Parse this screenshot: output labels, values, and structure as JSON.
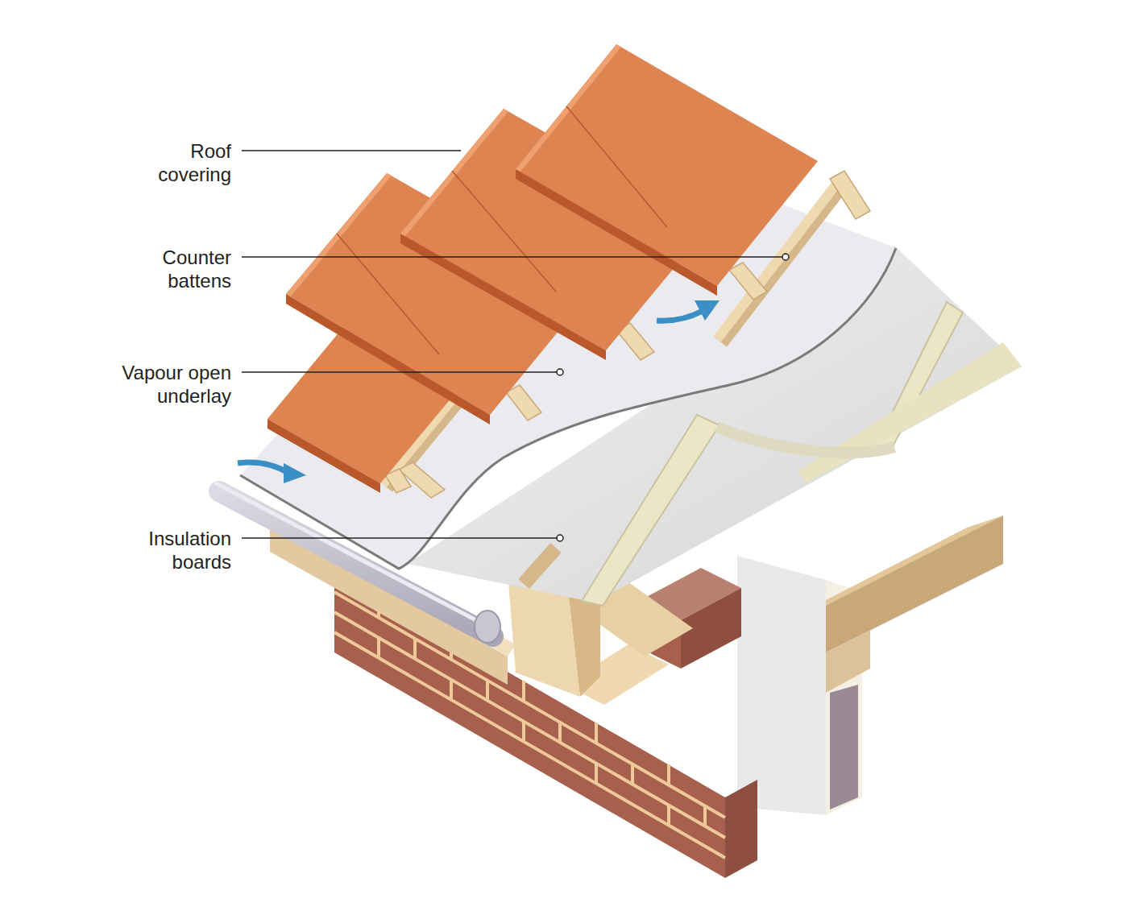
{
  "diagram": {
    "labels": [
      "Roof covering",
      "Counter battens",
      "Vapour open underlay",
      "Insulation boards"
    ]
  }
}
